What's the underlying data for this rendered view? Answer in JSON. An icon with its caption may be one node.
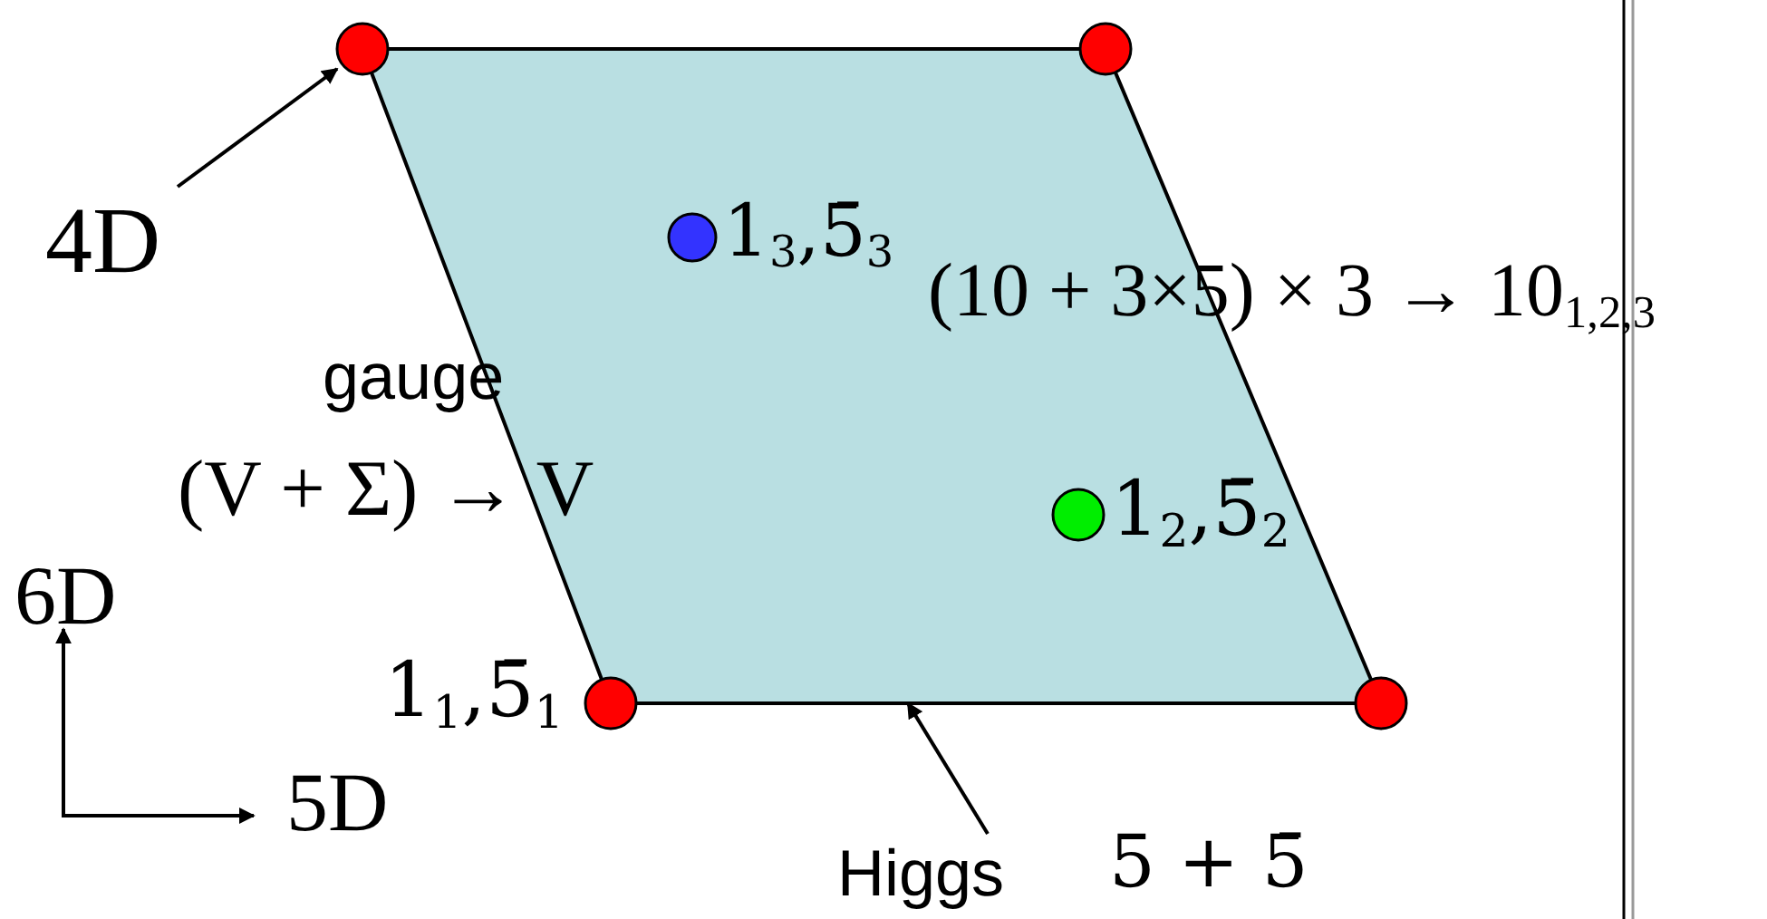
{
  "diagram": {
    "nodes": [
      {
        "text": [
          "4D"
        ]
      },
      {
        "text": [],
        "shape": "parallelogram"
      },
      {
        "text": [],
        "shape": "circle"
      },
      {
        "text": [],
        "shape": "circle"
      },
      {
        "text": [],
        "shape": "circle",
        "in": 1,
        "beside": [
          "1$_{3}$,5̄$_{3}$"
        ]
      },
      {
        "text": [],
        "shape": "circle",
        "in": 1,
        "beside": [
          "1$_{2}$,5̄$_{2}$"
        ]
      },
      {
        "text": [],
        "shape": "circle",
        "beside": [
          "1$_{1}$,5̄$_{1}$"
        ]
      },
      {
        "text": [],
        "shape": "circle"
      },
      {
        "text": [
          "Higgs"
        ]
      }
    ],
    "edges": [
      {
        "from": 0,
        "to": 2,
        "arrow": "to"
      },
      {
        "from": 8,
        "to": 1,
        "arrow": "to"
      }
    ],
    "labels": [
      "(10 + 3×5) × 3 → 10$_{1,2,3}$",
      "gauge",
      "(V + Σ) → V",
      "6D",
      "5D",
      "5 + 5̄"
    ]
  }
}
